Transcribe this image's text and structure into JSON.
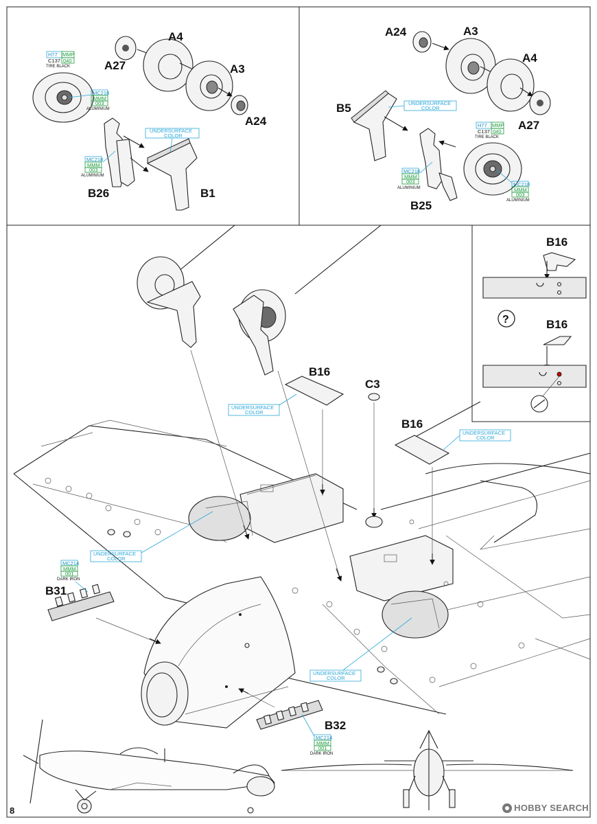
{
  "page_number": "8",
  "watermark": "HOBBY SEARCH",
  "panel_left": {
    "parts": {
      "a4": "A4",
      "a27": "A27",
      "a3": "A3",
      "a24": "A24",
      "b26": "B26",
      "b1": "B1"
    },
    "tire_color": {
      "h": "H77",
      "mmp": "MMP",
      "mmp_num": "040",
      "c": "C137",
      "name": "TIRE BLACK"
    },
    "hub_color": {
      "mc": "MC218",
      "mmm": "MMM",
      "num": "003",
      "name": "ALUMINIUM"
    },
    "leg_color": {
      "mc": "MC218",
      "mmm": "MMM",
      "num": "003",
      "name": "ALUMINIUM"
    },
    "cover_color": "UNDERSURFACE\nCOLOR"
  },
  "panel_right": {
    "parts": {
      "a24": "A24",
      "a3": "A3",
      "a4": "A4",
      "b5": "B5",
      "a27": "A27",
      "b25": "B25"
    },
    "tire_color": {
      "h": "H77",
      "mmp": "MMP",
      "mmp_num": "040",
      "c": "C137",
      "name": "TIRE BLACK"
    },
    "leg_color": {
      "mc": "MC218",
      "mmm": "MMM",
      "num": "003",
      "name": "ALUMINIUM"
    },
    "hub_color": {
      "mc": "MC218",
      "mmm": "MMM",
      "num": "003",
      "name": "ALUMINIUM"
    },
    "cover_color": "UNDERSURFACE COLOR"
  },
  "inset": {
    "b16_top": "B16",
    "b16_bottom": "B16",
    "question_mark": "?"
  },
  "main": {
    "b16_left": "B16",
    "b16_right": "B16",
    "c3": "C3",
    "b31": "B31",
    "b32": "B32",
    "b16_left_color": "UNDERSURFACE\nCOLOR",
    "b16_right_color": "UNDERSURFACE\nCOLOR",
    "bay_left_color": "UNDERSURFACE\nCOLOR",
    "bay_right_color": "UNDERSURFACE\nCOLOR",
    "b31_color": {
      "mc": "MC214",
      "mmm": "MMM",
      "num": "001",
      "name": "DARK IRON"
    },
    "b32_color": {
      "mc": "MC214",
      "mmm": "MMM",
      "num": "001",
      "name": "DARK IRON"
    }
  }
}
